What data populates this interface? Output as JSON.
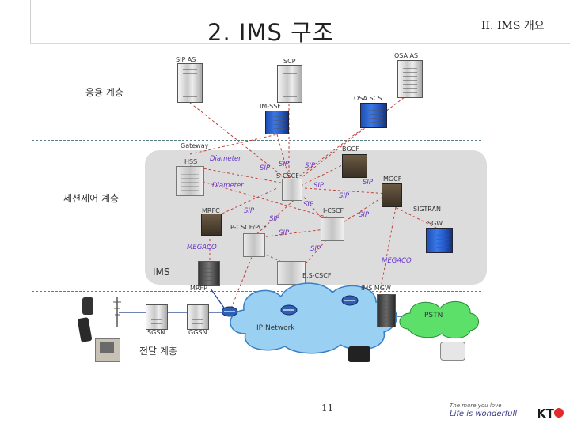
{
  "header": {
    "title": "2. IMS 구조",
    "section": "II. IMS 개요"
  },
  "layers": {
    "service": "응용 계층",
    "session": "세션제어 계층",
    "transport": "전달 계층"
  },
  "nodes": {
    "sip_as": "SIP AS",
    "scp": "SCP",
    "osa_as": "OSA AS",
    "im_ssf": "IM-SSF",
    "osa_scs": "OSA SCS",
    "gateway": "Gateway",
    "bgcf": "BGCF",
    "hss": "HSS",
    "mgcf": "MGCF",
    "s_cscf": "S-CSCF",
    "sigtran": "SIGTRAN",
    "i_cscf": "I-CSCF",
    "sgw": "SGW",
    "mrfc": "MRFC",
    "p_cscf": "P-CSCF/PCF",
    "ims": "IMS",
    "e_s_cscf": "E.S-CSCF",
    "mrfp": "MRFP",
    "ims_mgw": "IMS MGW",
    "sgsn": "SGSN",
    "ggsn": "GGSN",
    "ip_network": "IP Network",
    "pstn": "PSTN"
  },
  "protocols": {
    "diameter": "Diameter",
    "cx_diameter": "Diameter",
    "sip": "SIP",
    "megaco": "MEGACO"
  },
  "footer": {
    "page_number": "11",
    "slogan_top": "The more you love",
    "slogan_main": "Life is wonderfull",
    "brand": "KT"
  },
  "colors": {
    "accent_blue": "#2f66d9",
    "cloud": "#9ad0f2",
    "pstn": "#5de06a",
    "dashed_line": "#5a7f82",
    "link": "#c0403a",
    "protocol_text": "#6a37c8"
  }
}
